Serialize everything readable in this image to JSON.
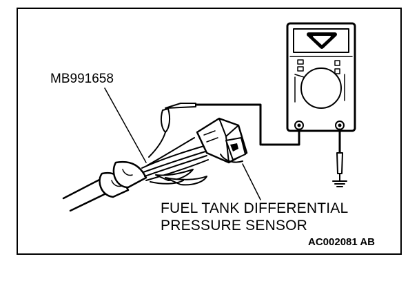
{
  "diagram": {
    "tool_label": "MB991658",
    "sensor_label_line1": "FUEL TANK DIFFERENTIAL",
    "sensor_label_line2": "PRESSURE SENSOR",
    "figure_code": "AC002081 AB",
    "meter_symbol": "V",
    "icons": [
      "voltmeter-icon",
      "ground-symbol-icon",
      "connector-icon",
      "harness-icon",
      "probe-icon"
    ],
    "colors": {
      "line": "#000000",
      "background": "#ffffff"
    }
  }
}
